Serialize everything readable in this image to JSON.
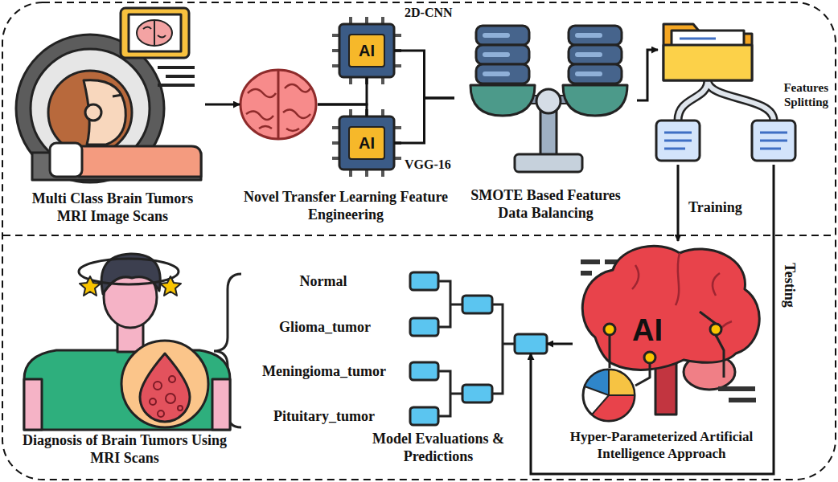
{
  "diagram": {
    "nodes": [
      {
        "text": [
          "Multi Class Brain Tumors MRI Image Scans"
        ]
      },
      {
        "text": [
          "Novel Transfer Learning Feature Engineering"
        ]
      },
      {
        "text": [
          "AI",
          "2D-CNN"
        ]
      },
      {
        "text": [
          "AI",
          "VGG-16"
        ]
      },
      {
        "text": [
          "SMOTE Based Features Data Balancing"
        ]
      },
      {
        "text": [
          "Features Splitting"
        ]
      },
      {
        "text": [
          "AI",
          "Hyper-Parameterized Artificial Intelligence Approach"
        ]
      },
      {
        "text": [
          "Model Evaluations & Predictions"
        ]
      },
      {
        "text": [
          "Diagnosis of Brain Tumors Using MRI Scans"
        ]
      }
    ],
    "edges": [
      {
        "from": 0,
        "to": 1,
        "arrow": "to"
      },
      {
        "from": 1,
        "to": 2,
        "arrow": "none"
      },
      {
        "from": 1,
        "to": 3,
        "arrow": "none"
      },
      {
        "from": 2,
        "to": 4,
        "arrow": "none"
      },
      {
        "from": 3,
        "to": 4,
        "arrow": "none"
      },
      {
        "from": 4,
        "to": 5,
        "arrow": "to"
      },
      {
        "from": 5,
        "to": 6,
        "label": "Training",
        "arrow": "to"
      },
      {
        "from": 5,
        "to": 7,
        "arrow": "to"
      },
      {
        "from": 6,
        "to": 7,
        "arrow": "to"
      }
    ],
    "labels": [
      "Testing",
      "Normal",
      "Glioma_tumor",
      "Meningioma_tumor",
      "Pituitary_tumor"
    ]
  }
}
